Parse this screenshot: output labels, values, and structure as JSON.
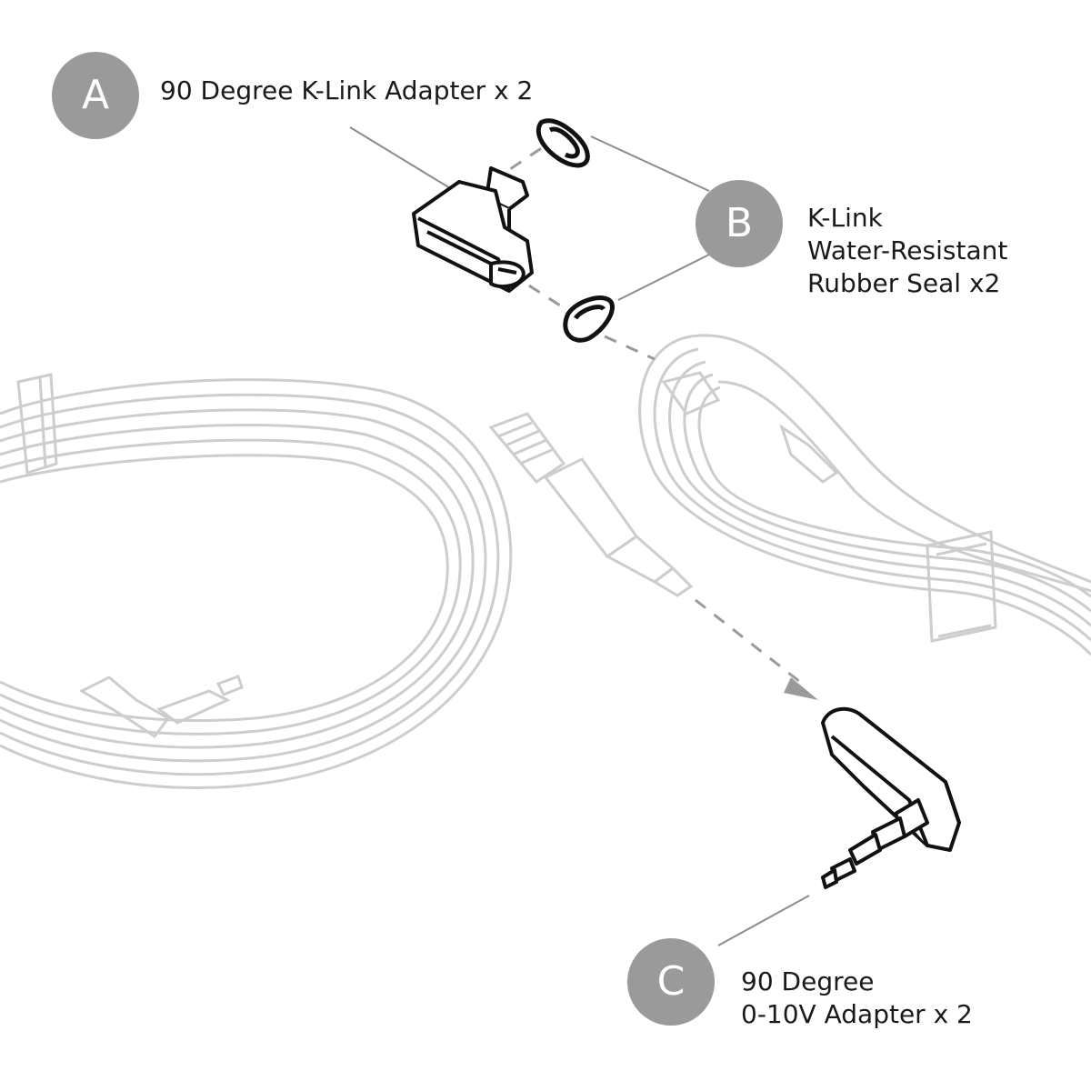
{
  "callouts": {
    "a": {
      "letter": "A",
      "label": "90 Degree K-Link Adapter x 2"
    },
    "b": {
      "letter": "B",
      "lines": [
        "K-Link",
        "Water-Resistant",
        "Rubber Seal x2"
      ]
    },
    "c": {
      "letter": "C",
      "lines": [
        "90 Degree",
        "0-10V Adapter x 2"
      ]
    }
  },
  "colors": {
    "badge": "#9a9a9a",
    "ghost_line": "#cdcdcd",
    "part_line": "#111111",
    "leader": "#8c8c8c"
  }
}
